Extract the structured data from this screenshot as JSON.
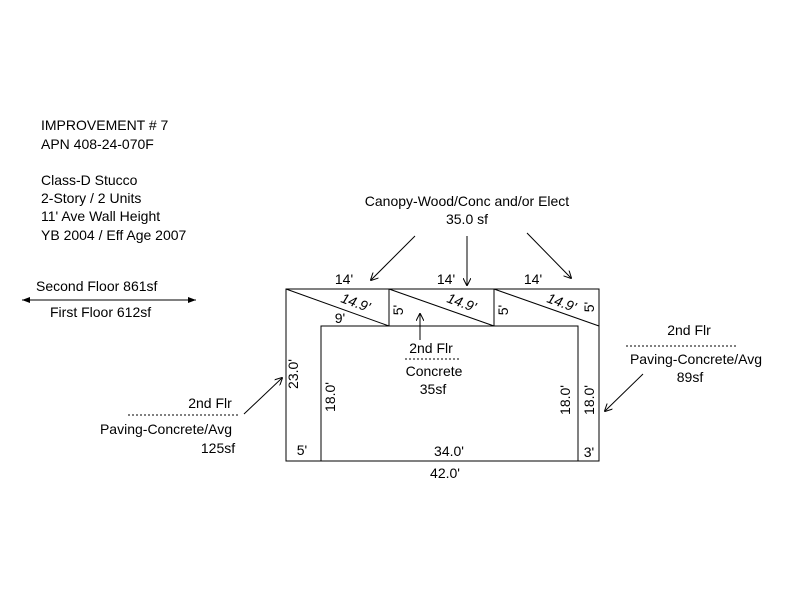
{
  "info": {
    "improvement": "IMPROVEMENT # 7",
    "apn": "APN 408-24-070F",
    "class": "Class-D Stucco",
    "story": "2-Story / 2 Units",
    "wall_height": "11' Ave Wall Height",
    "year": "YB 2004 / Eff Age 2007"
  },
  "floors": {
    "second": "Second Floor  861sf",
    "first": "First Floor  612sf"
  },
  "canopy": {
    "label": "Canopy-Wood/Conc and/or Elect",
    "area": "35.0 sf"
  },
  "left_flr": {
    "label": "2nd Flr",
    "type": "Paving-Concrete/Avg",
    "area": "125sf"
  },
  "right_flr": {
    "label": "2nd Flr",
    "type": "Paving-Concrete/Avg",
    "area": "89sf"
  },
  "center_flr": {
    "label": "2nd Flr",
    "type": "Concrete",
    "area": "35sf"
  },
  "dims": {
    "top_14_a": "14'",
    "top_14_b": "14'",
    "top_14_c": "14'",
    "diag_a": "14.9'",
    "diag_b": "14.9'",
    "diag_c": "14.9'",
    "nine": "9'",
    "five_a": "5'",
    "five_b": "5'",
    "five_c": "5'",
    "left_outer": "23.0'",
    "left_inner": "18.0'",
    "right_inner": "18.0'",
    "right_outer": "18.0'",
    "bottom_left": "5'",
    "bottom_right": "3'",
    "inner_width": "34.0'",
    "outer_width": "42.0'"
  }
}
